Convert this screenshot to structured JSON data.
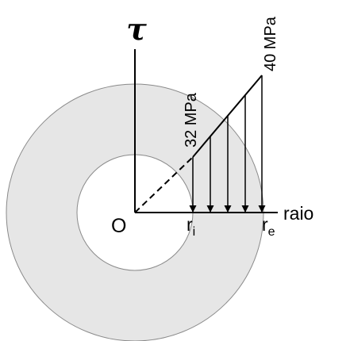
{
  "diagram": {
    "axis_vertical_label": "τ",
    "axis_horizontal_label": "raio",
    "origin_label": "O",
    "inner_radius_label": {
      "base": "r",
      "sub": "i"
    },
    "outer_radius_label": {
      "base": "r",
      "sub": "e"
    },
    "inner_stress_label": "32 MPa",
    "outer_stress_label": "40 MPa"
  },
  "colors": {
    "ring_fill": "#e6e6e6",
    "line": "#000000",
    "background": "#ffffff"
  }
}
